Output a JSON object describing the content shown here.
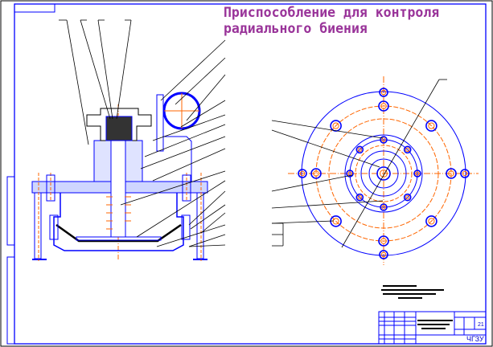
{
  "title": {
    "line1": "Приспособление для контроля",
    "line2": "радиального биения",
    "color": "#993399"
  },
  "title_block": {
    "designation": "ЧГЗУ",
    "sheet": "21"
  },
  "colors": {
    "outline": "#0000ff",
    "axis": "#ff6600",
    "leader": "#000000"
  }
}
